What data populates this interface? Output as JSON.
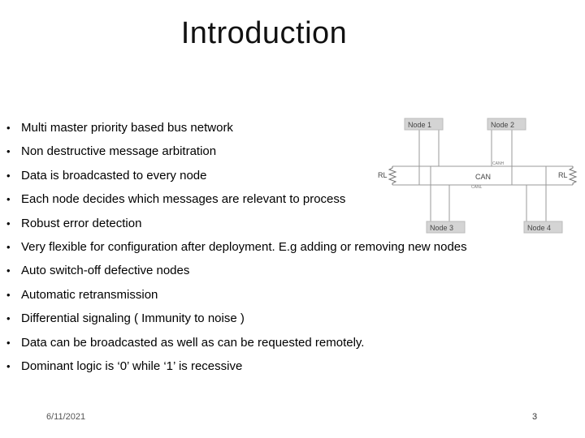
{
  "slide": {
    "title": "Introduction",
    "bullets": [
      "Multi master priority based bus network",
      "Non destructive message arbitration",
      "Data is broadcasted to every node",
      "Each node decides which messages are relevant to process",
      "Robust error detection",
      "Very flexible for configuration after deployment. E.g adding or removing new nodes",
      "Auto switch-off defective nodes",
      "Automatic retransmission",
      "Differential signaling ( Immunity to noise )",
      "Data can be broadcasted as well as can be requested remotely.",
      "Dominant logic is ‘0’ while ‘1’ is recessive"
    ],
    "date": "6/11/2021",
    "page_number": "3"
  },
  "diagram": {
    "node1_label": "Node 1",
    "node2_label": "Node 2",
    "node3_label": "Node 3",
    "node4_label": "Node 4",
    "bus_label": "CAN",
    "canh_label": "CANH",
    "canl_label": "CANL",
    "rl_left_label": "RL",
    "rl_right_label": "RL",
    "colors": {
      "line": "#999999",
      "node_fill": "#d4d4d4",
      "text": "#444444"
    }
  }
}
